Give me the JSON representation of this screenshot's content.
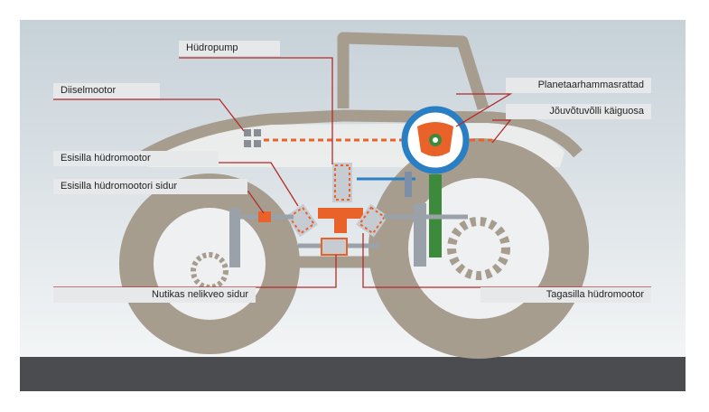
{
  "labels": {
    "hudropump": "Hüdropump",
    "diiselmootor": "Diiselmootor",
    "planetaar": "Planetaarhammasrattad",
    "jouvotuvolli": "Jõuvõtuvõlli käiguosa",
    "esisilla_mootor": "Esisilla hüdromootor",
    "esisilla_sidur": "Esisilla hüdromootori sidur",
    "nelikveo_sidur": "Nutikas nelikveo sidur",
    "tagasilla_mootor": "Tagasilla hüdromootor"
  },
  "colors": {
    "tractor_body": "#a69d8f",
    "leader_line": "#b52a2a",
    "planetary_ring": "#2a7fc4",
    "planetary_gear": "#e8622a",
    "pto_shaft": "#3e8a3c",
    "ground": "#4a4c50",
    "sky_top": "#c9d3da",
    "sky_bottom": "#f2f4f5"
  }
}
